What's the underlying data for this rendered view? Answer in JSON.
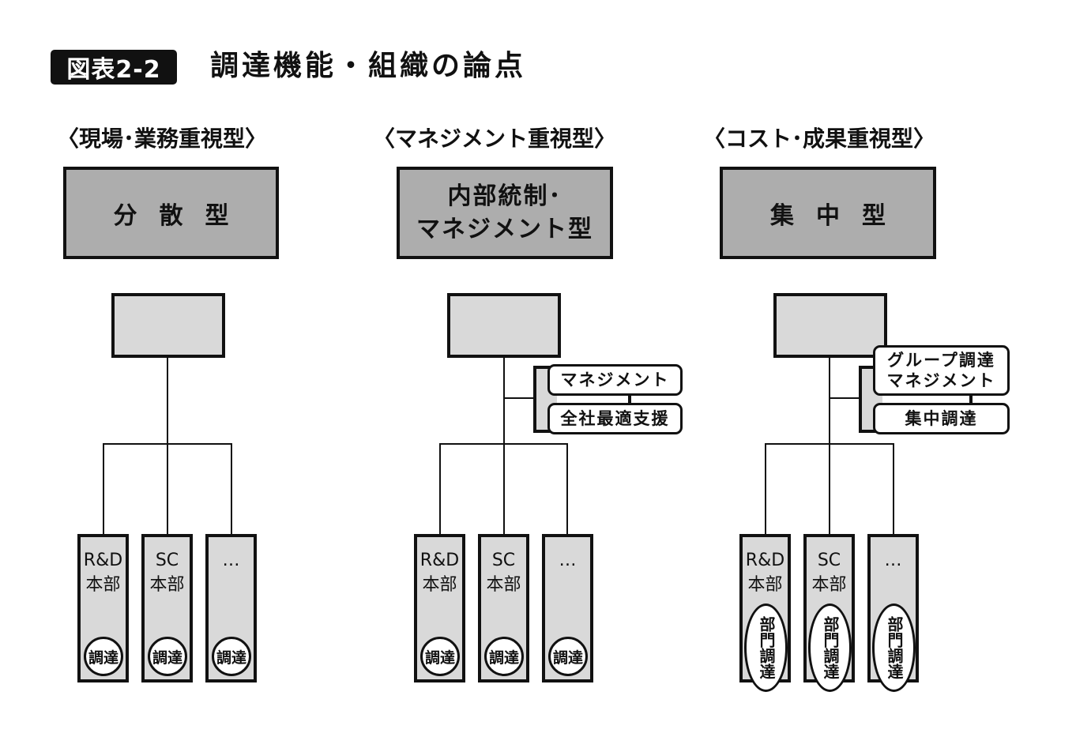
{
  "figure": {
    "label": "図表2-2",
    "title": "調達機能・組織の論点"
  },
  "columns": [
    {
      "heading": "〈現場･業務重視型〉",
      "type_name": "分散型",
      "side_boxes": [],
      "divisions": [
        {
          "name_line1": "R&D",
          "name_line2": "本部",
          "procurement": "調達"
        },
        {
          "name_line1": "SC",
          "name_line2": "本部",
          "procurement": "調達"
        },
        {
          "name_line1": "…",
          "name_line2": "",
          "procurement": "調達"
        }
      ]
    },
    {
      "heading": "〈マネジメント重視型〉",
      "type_name_line1": "内部統制･",
      "type_name_line2": "マネジメント型",
      "side_boxes": [
        "マネジメント",
        "全社最適支援"
      ],
      "divisions": [
        {
          "name_line1": "R&D",
          "name_line2": "本部",
          "procurement": "調達"
        },
        {
          "name_line1": "SC",
          "name_line2": "本部",
          "procurement": "調達"
        },
        {
          "name_line1": "…",
          "name_line2": "",
          "procurement": "調達"
        }
      ]
    },
    {
      "heading": "〈コスト･成果重視型〉",
      "type_name": "集中型",
      "side_boxes_line1": "グループ調達",
      "side_boxes_line2": "マネジメント",
      "side_box_2": "集中調達",
      "divisions": [
        {
          "name_line1": "R&D",
          "name_line2": "本部",
          "procurement": "部門調達"
        },
        {
          "name_line1": "SC",
          "name_line2": "本部",
          "procurement": "部門調達"
        },
        {
          "name_line1": "…",
          "name_line2": "",
          "procurement": "部門調達"
        }
      ]
    }
  ]
}
